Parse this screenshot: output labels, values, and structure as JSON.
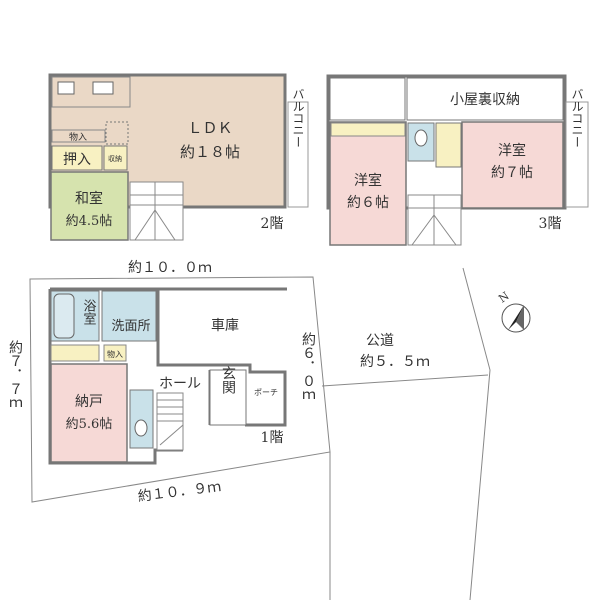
{
  "floor2": {
    "label": "2階",
    "ldk": {
      "name": "ＬＤＫ",
      "size": "約１８帖"
    },
    "washitsu": {
      "name": "和室",
      "size": "約4.5帖"
    },
    "oshiire": "押入",
    "monoire": "物入",
    "shuno": "収納",
    "balcony": "バルコニー"
  },
  "floor3": {
    "label": "3階",
    "attic": "小屋裏収納",
    "room6": {
      "name": "洋室",
      "size": "約６帖"
    },
    "room7": {
      "name": "洋室",
      "size": "約７帖"
    },
    "balcony": "バルコニー"
  },
  "floor1": {
    "label": "1階",
    "bath": "浴室",
    "washroom": "洗面所",
    "garage": "車庫",
    "monoire": "物入",
    "hall": "ホール",
    "entrance": "玄関",
    "porch": "ポーチ",
    "storage": {
      "name": "納戸",
      "size": "約5.6帖"
    }
  },
  "dimensions": {
    "top": "約１０．０ｍ",
    "left": "約７．７ｍ",
    "bottom": "約１０．９ｍ",
    "right": "約６．０ｍ"
  },
  "road": {
    "name": "公道",
    "width": "約５．５ｍ"
  },
  "compass": "N",
  "colors": {
    "ldk": "#ead8c6",
    "washitsu": "#d6e3ae",
    "yoshitsu": "#f6d9d6",
    "wet": "#c9e1e9",
    "closet": "#f8f1c2"
  }
}
